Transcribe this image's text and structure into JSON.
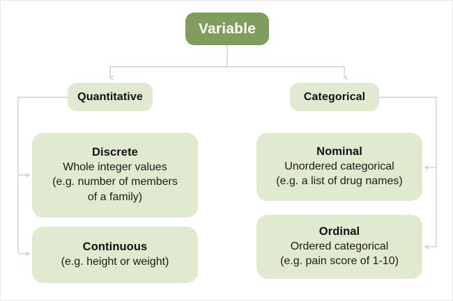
{
  "diagram": {
    "title": "Variable",
    "type": "tree",
    "theme": {
      "background": "#ffffff",
      "root_fill": "#7f9d5d",
      "root_text": "#ffffff",
      "node_fill": "#dfead1",
      "node_text": "#111111",
      "connector": "#cfcfcf",
      "border": "#e8e8e8"
    },
    "root": {
      "label": "Variable"
    },
    "branches": [
      {
        "id": "quantitative",
        "label": "Quantitative",
        "children": [
          {
            "id": "discrete",
            "title": "Discrete",
            "lines": [
              "Whole integer values",
              "(e.g. number of members",
              "of a family)"
            ]
          },
          {
            "id": "continuous",
            "title": "Continuous",
            "lines": [
              "(e.g. height or weight)"
            ]
          }
        ]
      },
      {
        "id": "categorical",
        "label": "Categorical",
        "children": [
          {
            "id": "nominal",
            "title": "Nominal",
            "lines": [
              "Unordered categorical",
              "(e.g. a list of drug names)"
            ]
          },
          {
            "id": "ordinal",
            "title": "Ordinal",
            "lines": [
              "Ordered categorical",
              "(e.g. pain score of 1-10)"
            ]
          }
        ]
      }
    ]
  }
}
